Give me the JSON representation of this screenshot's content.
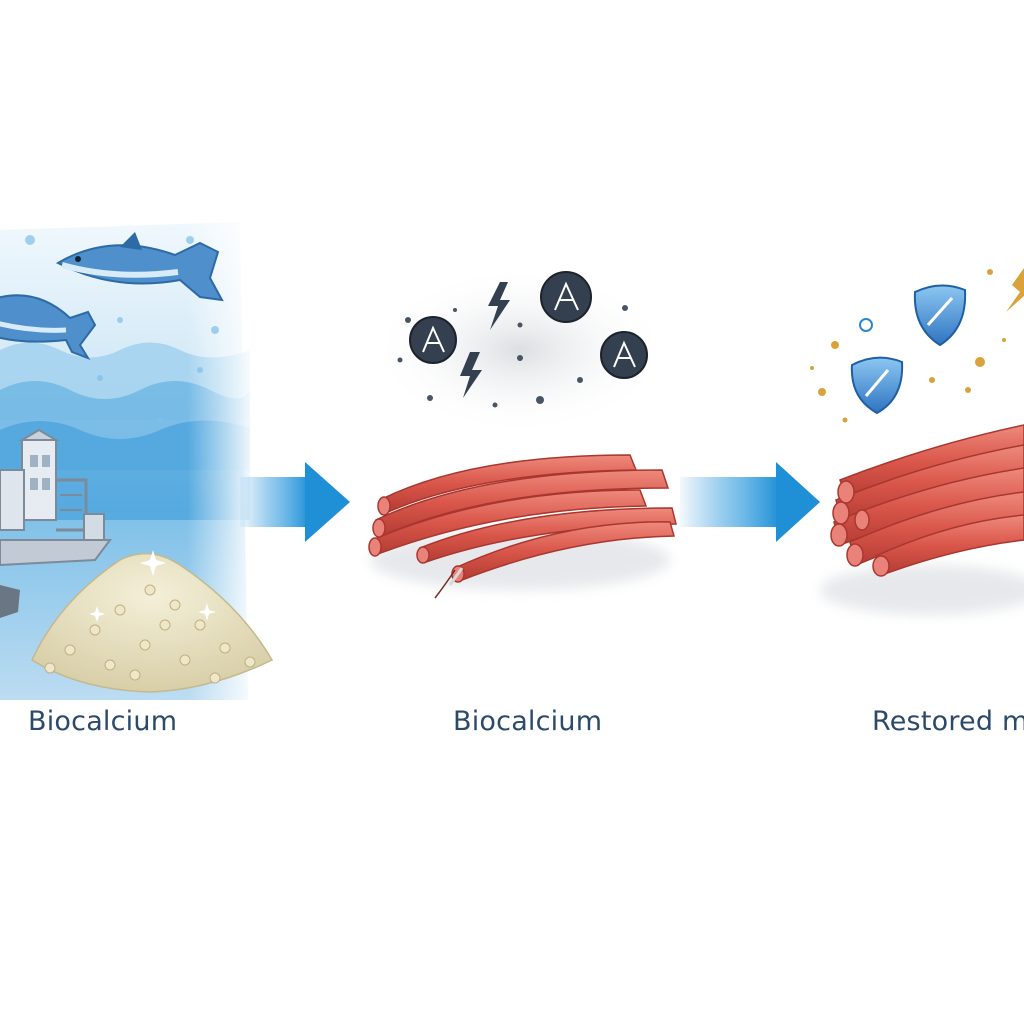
{
  "steps": [
    {
      "label": "Biocalcium",
      "scene": "ocean-fish-factory-powder"
    },
    {
      "label": "Biocalcium",
      "scene": "damaged-muscle-fibers-free-radicals"
    },
    {
      "label": "Restored m",
      "scene": "restored-muscle-fibers-antioxidant-shields"
    }
  ],
  "icons": [
    "tuna-fish-icon",
    "factory-icon",
    "calcium-powder-pile",
    "lightning-bolt-icon",
    "free-radical-icon",
    "shield-icon",
    "sparkle-icon",
    "arrow-right-icon"
  ],
  "colors": {
    "label_text": "#2b4a6b",
    "ocean_blue": "#4aa3dc",
    "arrow_blue": "#1f8fd6",
    "muscle_red": "#d9564a",
    "radical_dark": "#34404f",
    "shield_blue": "#2f86d0",
    "spark_gold": "#d9a23a"
  }
}
